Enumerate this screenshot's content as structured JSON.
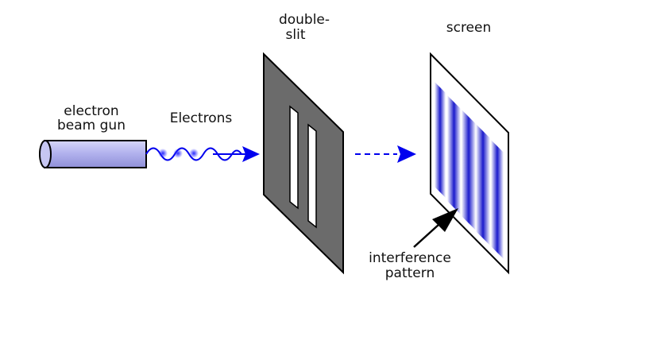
{
  "labels": {
    "gun_line1": "electron",
    "gun_line2": "beam gun",
    "electrons": "Electrons",
    "slit_line1": "double-",
    "slit_line2": "slit",
    "screen": "screen",
    "pattern_line1": "interference",
    "pattern_line2": "pattern"
  },
  "colors": {
    "beam": "#0000ee",
    "gun_fill": "#b3b3ee",
    "slit_plate": "#6b6b6b",
    "fringe": "#1a1acc",
    "outline": "#000000"
  }
}
